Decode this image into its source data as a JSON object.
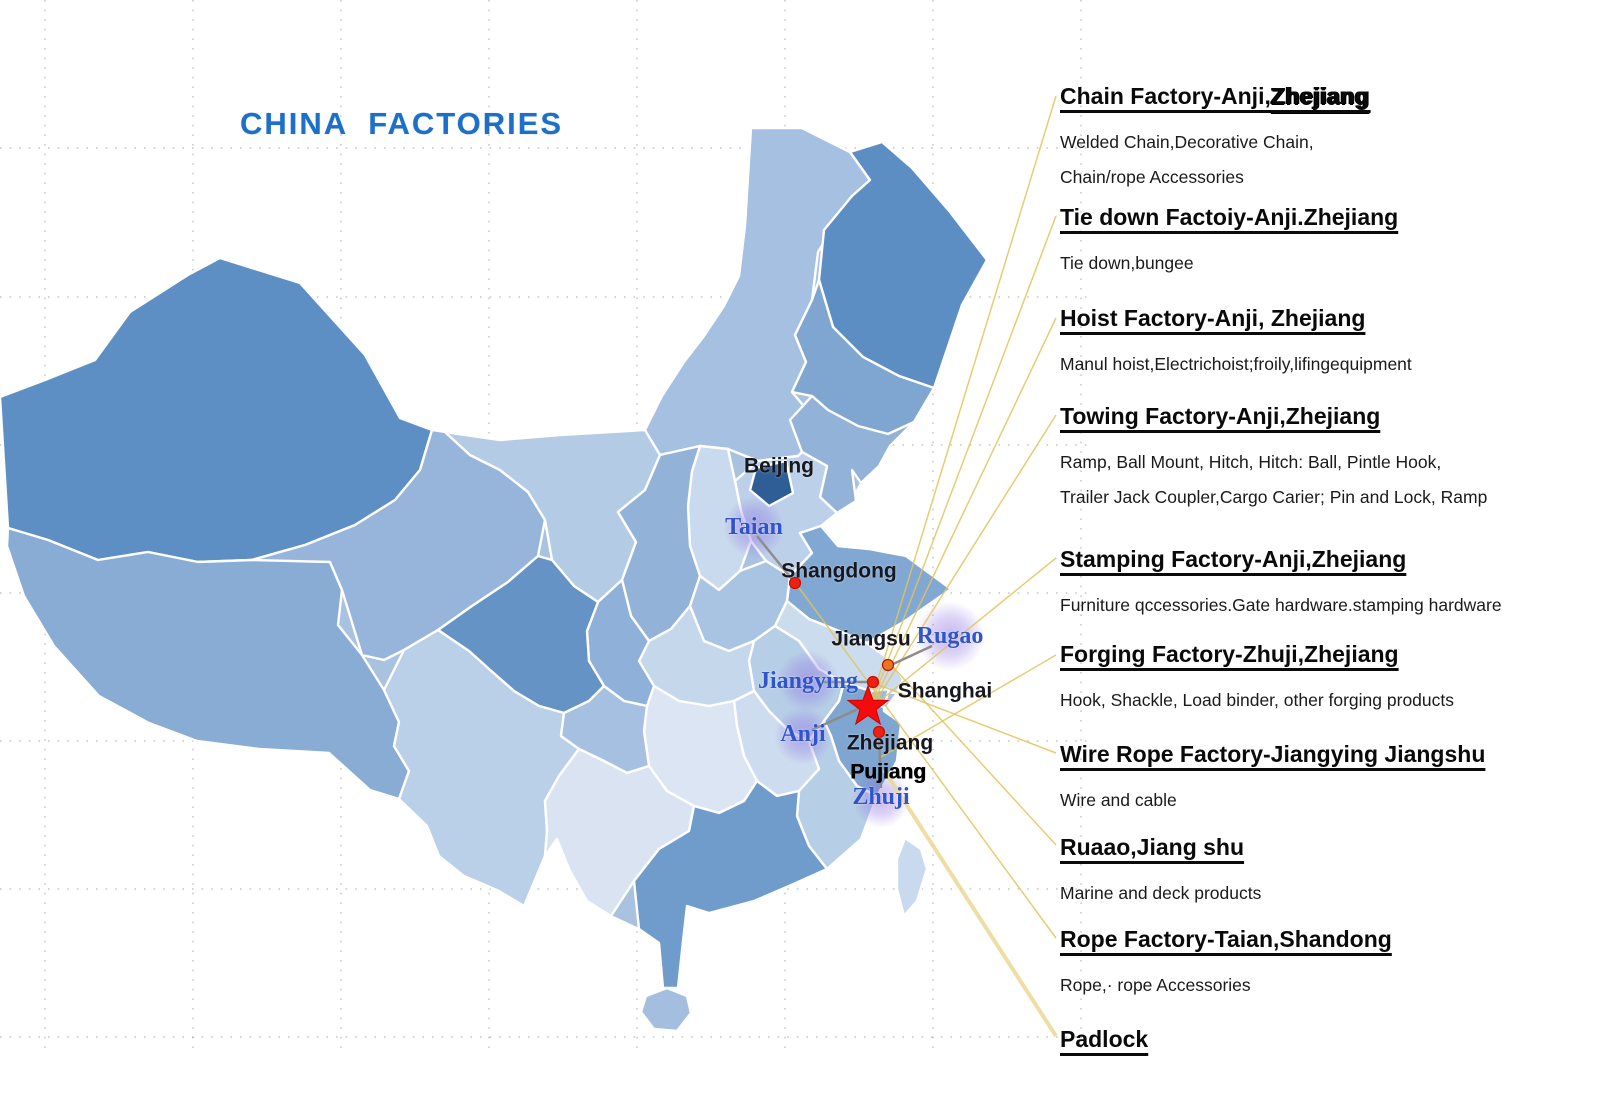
{
  "title": "CHINA  FACTORIES",
  "colors": {
    "title_blue": "#1E6FC8",
    "connector_yellow": "#E2C35C",
    "marker_red": "#EE2012",
    "glow_purple": "#8D6FE2",
    "city_label_blue": "#2F55C9",
    "province_label_dark": "#17171F",
    "beijing_region_blue": "#2E5E95"
  },
  "map_labels": [
    {
      "id": "beijing",
      "text": "Beijing",
      "style": "province"
    },
    {
      "id": "taian",
      "text": "Taian",
      "style": "city"
    },
    {
      "id": "shangdong",
      "text": "Shangdong",
      "style": "province"
    },
    {
      "id": "jiangsu",
      "text": "Jiangsu",
      "style": "province"
    },
    {
      "id": "rugao",
      "text": "Rugao",
      "style": "city"
    },
    {
      "id": "jiangying",
      "text": "Jiangying",
      "style": "city"
    },
    {
      "id": "shanghai",
      "text": "Shanghai",
      "style": "province"
    },
    {
      "id": "anji",
      "text": "Anji",
      "style": "city"
    },
    {
      "id": "zhejiang",
      "text": "Zhejiang",
      "style": "province"
    },
    {
      "id": "pujiang",
      "text": "Pujiang",
      "style": "bold"
    },
    {
      "id": "zhuji",
      "text": "Zhuji",
      "style": "city"
    }
  ],
  "factories": [
    {
      "name": "Chain Factory-Anji,",
      "name_smudge": "Zhejiang",
      "products": [
        "Welded Chain,Decorative Chain,",
        "Chain/rope Accessories"
      ]
    },
    {
      "name": "Tie down Factoiy-Anji.Zhejiang",
      "name_smudge": "",
      "products": [
        "Tie down,bungee"
      ]
    },
    {
      "name": "Hoist Factory-Anji, Zhejiang",
      "name_smudge": "",
      "products": [
        "Manul hoist,Electrichoist;froily,lifingequipment"
      ]
    },
    {
      "name": "Towing Factory-Anji,Zhejiang",
      "name_smudge": "",
      "products": [
        "Ramp, Ball Mount, Hitch, Hitch: Ball, Pintle Hook,",
        " Trailer Jack Coupler,Cargo Carier; Pin and Lock, Ramp"
      ]
    },
    {
      "name": "Stamping Factory-Anji,Zhejiang",
      "name_smudge": "",
      "products": [
        "Furniture qccessories.Gate hardware.stamping hardware"
      ]
    },
    {
      "name": "Forging Factory-Zhuji,Zhejiang",
      "name_smudge": "",
      "products": [
        "Hook, Shackle, Load binder, other forging products"
      ]
    },
    {
      "name": "Wire Rope Factory-Jiangying Jiangshu",
      "name_smudge": "",
      "products": [
        "Wire and cable"
      ]
    },
    {
      "name": "Ruaao,Jiang shu",
      "name_smudge": "",
      "products": [
        "Marine and deck products"
      ]
    },
    {
      "name": "Rope Factory-Taian,Shandong",
      "name_smudge": "",
      "products": [
        "Rope,· rope Accessories"
      ]
    },
    {
      "name": "Padlock",
      "name_smudge": "",
      "products": []
    }
  ]
}
